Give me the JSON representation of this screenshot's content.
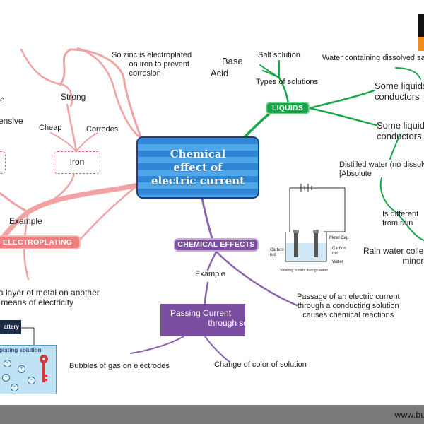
{
  "central": {
    "title": "Chemical\neffect of\nelectric current"
  },
  "branches": {
    "liquids": {
      "label": "LIQUIDS",
      "color": "#18a344",
      "items": {
        "base": "Base",
        "acid": "Acid",
        "salt_solution": "Salt solution",
        "types_of_solutions": "Types of solutions",
        "water_dissolved_salts": "Water containing dissolved salts",
        "some_liquids_1": "Some liquids\nconductors",
        "some_liquids_2": "Some liquid\nconductors",
        "distilled_water": "Distilled water (no dissolve\n[Absolute",
        "is_different": "Is different\nfrom rain",
        "rain_water": "Rain water collects\nminerals"
      }
    },
    "chemical_effects": {
      "label": "CHEMICAL EFFECTS",
      "color": "#7c4ea2",
      "example_label": "Example",
      "definition": "Passage of an electric current\nthrough a conducting solution\ncauses chemical reactions",
      "passing_current": "Passing Current\n                through so",
      "bubbles": "Bubbles of gas on electrodes",
      "change_color": "Change of color of solution",
      "circuit_labels": {
        "metal_cap": "Metal Cap",
        "carbon_rod_left": "Carbon\nrod",
        "carbon_rod_right": "Carbon\nrod",
        "water": "Water",
        "caption": "Showing current through water"
      }
    },
    "electroplating": {
      "label": "ELECTROPLATING",
      "color": "#ef7e7e",
      "example_label": "Example",
      "zinc_note": "So zinc is electroplated\n        on iron to prevent\n        corrosion",
      "strong": "Strong",
      "cheap": "Cheap",
      "corrodes": "Corrodes",
      "iron": "Iron",
      "partial_e": "e",
      "partial_ensive": "ensive",
      "definition": "a layer of metal on another\n means of electricity",
      "battery_label": "attery",
      "plating_solution": "plating solution"
    }
  },
  "footer": {
    "text": "www.but"
  }
}
